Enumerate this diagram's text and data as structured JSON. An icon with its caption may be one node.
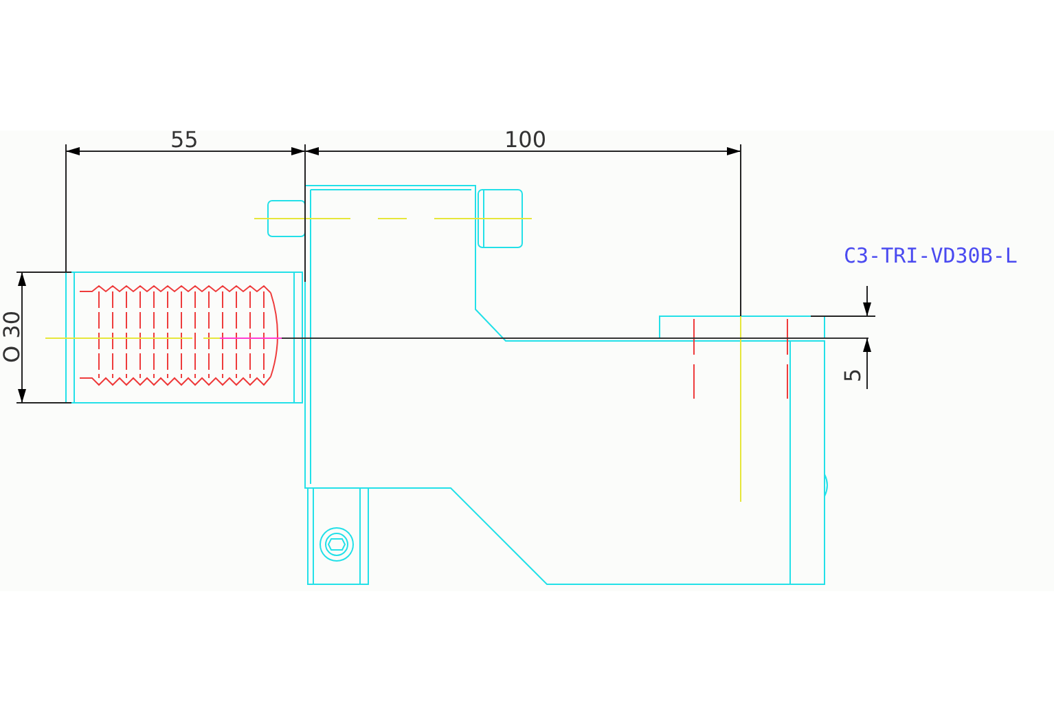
{
  "diagram": {
    "labels": [
      "55",
      "100",
      "C3-TRI-VD30B-L",
      "O 30",
      "5"
    ]
  }
}
